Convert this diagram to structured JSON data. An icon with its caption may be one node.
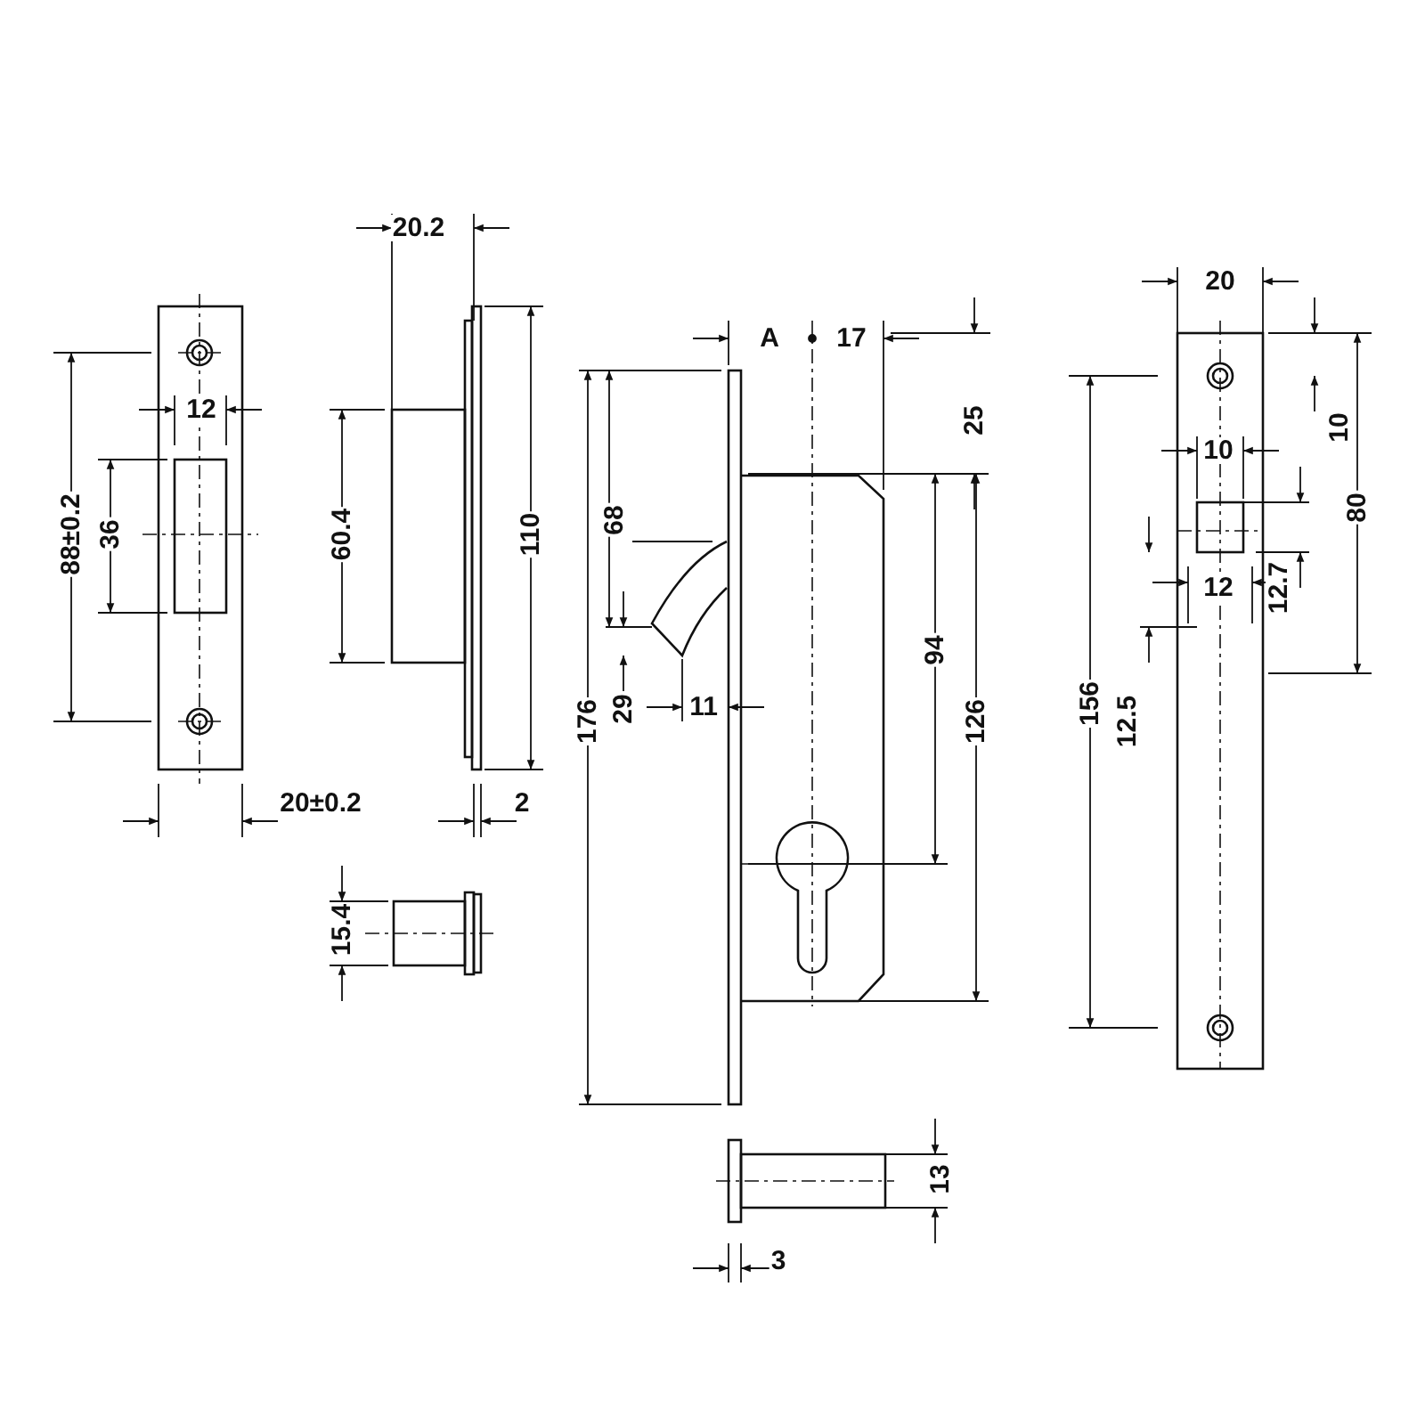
{
  "diagram": {
    "labels": [
      "20.2",
      "20",
      "A",
      "17",
      "25",
      "12",
      "10",
      "10",
      "88±0.2",
      "36",
      "60.4",
      "110",
      "68",
      "80",
      "12",
      "12.7",
      "94",
      "29",
      "11",
      "176",
      "126",
      "156",
      "12.5",
      "20±0.2",
      "2",
      "15.4",
      "13",
      "3"
    ]
  }
}
